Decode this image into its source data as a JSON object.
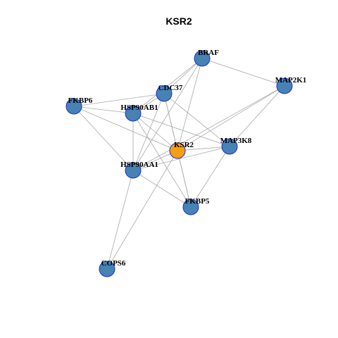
{
  "title": "KSR2",
  "colors": {
    "node_default": "#4682b4",
    "node_highlight": "#f5a00f",
    "node_border": "#1f2fd0",
    "edge": "#a8a8a8"
  },
  "nodes": [
    {
      "id": "BRAF",
      "label": "BRAF",
      "highlight": false
    },
    {
      "id": "MAP2K1",
      "label": "MAP2K1",
      "highlight": false
    },
    {
      "id": "CDC37",
      "label": "CDC37",
      "highlight": false
    },
    {
      "id": "FKBP6",
      "label": "FKBP6",
      "highlight": false
    },
    {
      "id": "HSP90AB1",
      "label": "HSP90AB1",
      "highlight": false
    },
    {
      "id": "KSR2",
      "label": "KSR2",
      "highlight": true
    },
    {
      "id": "MAP3K8",
      "label": "MAP3K8",
      "highlight": false
    },
    {
      "id": "HSP90AA1",
      "label": "HSP90AA1",
      "highlight": false
    },
    {
      "id": "FKBP5",
      "label": "FKBP5",
      "highlight": false
    },
    {
      "id": "COPS6",
      "label": "COPS6",
      "highlight": false
    }
  ],
  "edges": [
    [
      "BRAF",
      "MAP2K1"
    ],
    [
      "BRAF",
      "CDC37"
    ],
    [
      "BRAF",
      "HSP90AB1"
    ],
    [
      "BRAF",
      "KSR2"
    ],
    [
      "BRAF",
      "HSP90AA1"
    ],
    [
      "MAP2K1",
      "MAP3K8"
    ],
    [
      "MAP2K1",
      "KSR2"
    ],
    [
      "MAP2K1",
      "HSP90AA1"
    ],
    [
      "CDC37",
      "FKBP6"
    ],
    [
      "CDC37",
      "HSP90AB1"
    ],
    [
      "CDC37",
      "KSR2"
    ],
    [
      "CDC37",
      "MAP3K8"
    ],
    [
      "CDC37",
      "HSP90AA1"
    ],
    [
      "CDC37",
      "FKBP5"
    ],
    [
      "FKBP6",
      "HSP90AB1"
    ],
    [
      "FKBP6",
      "KSR2"
    ],
    [
      "FKBP6",
      "HSP90AA1"
    ],
    [
      "HSP90AB1",
      "KSR2"
    ],
    [
      "HSP90AB1",
      "MAP3K8"
    ],
    [
      "HSP90AB1",
      "HSP90AA1"
    ],
    [
      "HSP90AB1",
      "FKBP5"
    ],
    [
      "KSR2",
      "MAP3K8"
    ],
    [
      "KSR2",
      "HSP90AA1"
    ],
    [
      "KSR2",
      "FKBP5"
    ],
    [
      "KSR2",
      "COPS6"
    ],
    [
      "MAP3K8",
      "HSP90AA1"
    ],
    [
      "MAP3K8",
      "FKBP5"
    ],
    [
      "HSP90AA1",
      "FKBP5"
    ],
    [
      "HSP90AA1",
      "COPS6"
    ]
  ]
}
